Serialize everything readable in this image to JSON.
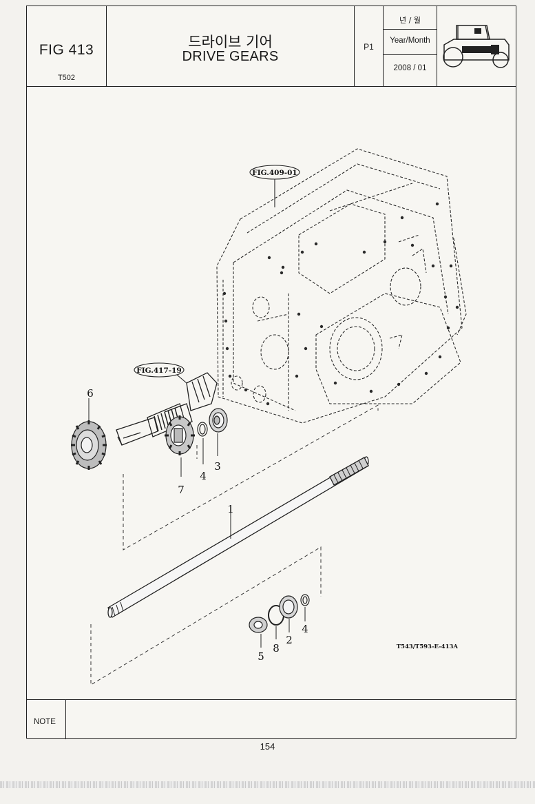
{
  "header": {
    "fig_number": "FIG 413",
    "model_code": "T502",
    "title_korean": "드라이브 기어",
    "title_english": "DRIVE GEARS",
    "page_part": "P1",
    "date_label_korean": "년 / 월",
    "date_label_english": "Year/Month",
    "date_value": "2008 / 01",
    "icon": "tractor-icon"
  },
  "drawing": {
    "refs": [
      "FIG.409-01",
      "FIG.417-19"
    ],
    "callouts": [
      "1",
      "2",
      "3",
      "4",
      "4",
      "5",
      "6",
      "7",
      "8"
    ],
    "drawing_code": "T543/T593-E-413A"
  },
  "note": {
    "label": "NOTE",
    "text": ""
  },
  "footer": {
    "page_number": "154"
  }
}
